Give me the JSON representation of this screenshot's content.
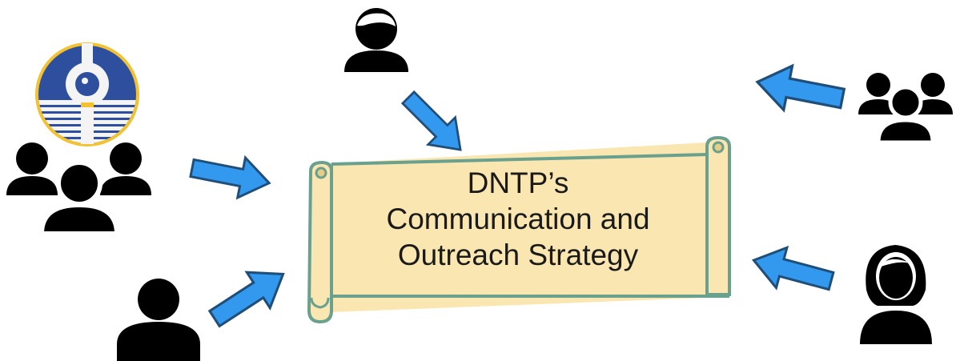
{
  "scroll": {
    "lines": [
      "DNTP’s",
      "Communication and",
      "Outreach Strategy"
    ]
  },
  "colors": {
    "arrow_fill": "#3399ee",
    "arrow_stroke": "#1f4e79",
    "scroll_fill": "#fae6b0",
    "scroll_stroke": "#6aa08e",
    "person_fill": "#000000",
    "logo_blue": "#2e4f9e",
    "logo_yellow": "#f2c230"
  },
  "icons": [
    "organization-logo",
    "group-icon",
    "person-icon",
    "female-person-icon",
    "arrow-icon"
  ]
}
